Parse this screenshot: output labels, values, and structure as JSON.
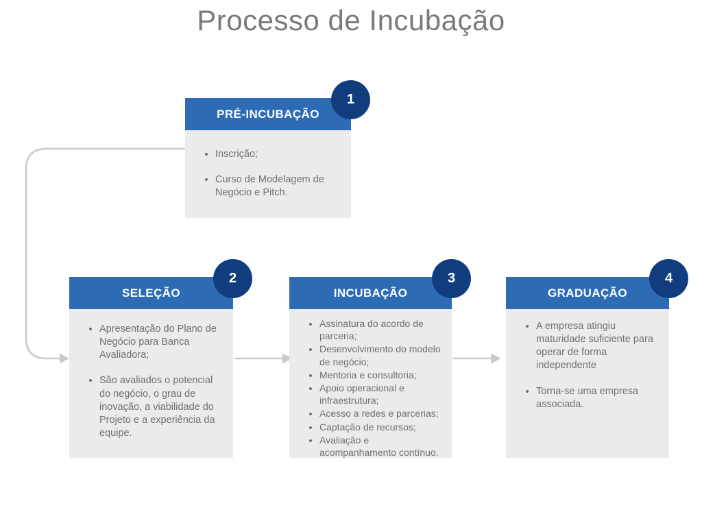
{
  "title": "Processo de Incubação",
  "colors": {
    "header_blue": "#2d6cb4",
    "badge_navy": "#113d7e",
    "card_bg": "#ebebeb",
    "text_gray": "#6f6f6f",
    "title_gray": "#7a7a7a",
    "connector_gray": "#c9c9ce"
  },
  "steps": [
    {
      "number": "1",
      "label": "PRÉ-INCUBAÇÃO",
      "items": [
        "Inscrição;",
        "Curso de Modelagem de Negócio e Pitch."
      ]
    },
    {
      "number": "2",
      "label": "SELEÇÃO",
      "items": [
        "Apresentação do Plano de Negócio para Banca Avaliadora;",
        "São avaliados o potencial do negócio, o grau de inovação, a viabilidade do Projeto e a experiência da equipe."
      ]
    },
    {
      "number": "3",
      "label": "INCUBAÇÃO",
      "items": [
        "Assinatura do acordo de parceria;",
        "Desenvolvimento do modelo de negócio;",
        "Mentoria e consultoria;",
        "Apoio operacional e infraestrutura;",
        "Acesso a redes e parcerias;",
        "Captação de recursos;",
        "Avaliação e acompanhamento contínuo."
      ]
    },
    {
      "number": "4",
      "label": "GRADUAÇÃO",
      "items": [
        "A empresa atingiu maturidade suficiente para operar de forma independente",
        "Torna-se uma empresa associada."
      ]
    }
  ]
}
